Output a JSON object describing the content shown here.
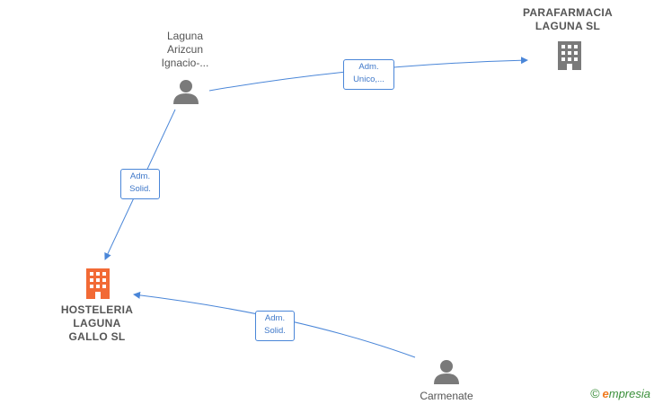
{
  "nodes": {
    "laguna_person": {
      "lines": [
        "Laguna",
        "Arizcun",
        "Ignacio-..."
      ]
    },
    "parafarmacia": {
      "lines": [
        "PARAFARMACIA",
        "LAGUNA  SL"
      ]
    },
    "hosteleria": {
      "lines": [
        "HOSTELERIA",
        "LAGUNA",
        "GALLO  SL"
      ]
    },
    "carmenate": {
      "lines": [
        "Carmenate"
      ]
    }
  },
  "edges": {
    "laguna_to_parafarmacia": {
      "lines": [
        "Adm.",
        "Unico,..."
      ]
    },
    "laguna_to_hosteleria": {
      "lines": [
        "Adm.",
        "Solid."
      ]
    },
    "carmenate_to_hosteleria": {
      "lines": [
        "Adm.",
        "Solid."
      ]
    }
  },
  "watermark": {
    "copyright": "©",
    "brand_e": "e",
    "brand_rest": "mpresia"
  },
  "colors": {
    "edge": "#4a86d8",
    "person_icon": "#7a7a7a",
    "company_icon": "#7a7a7a",
    "focus_company_icon": "#f26a35"
  }
}
